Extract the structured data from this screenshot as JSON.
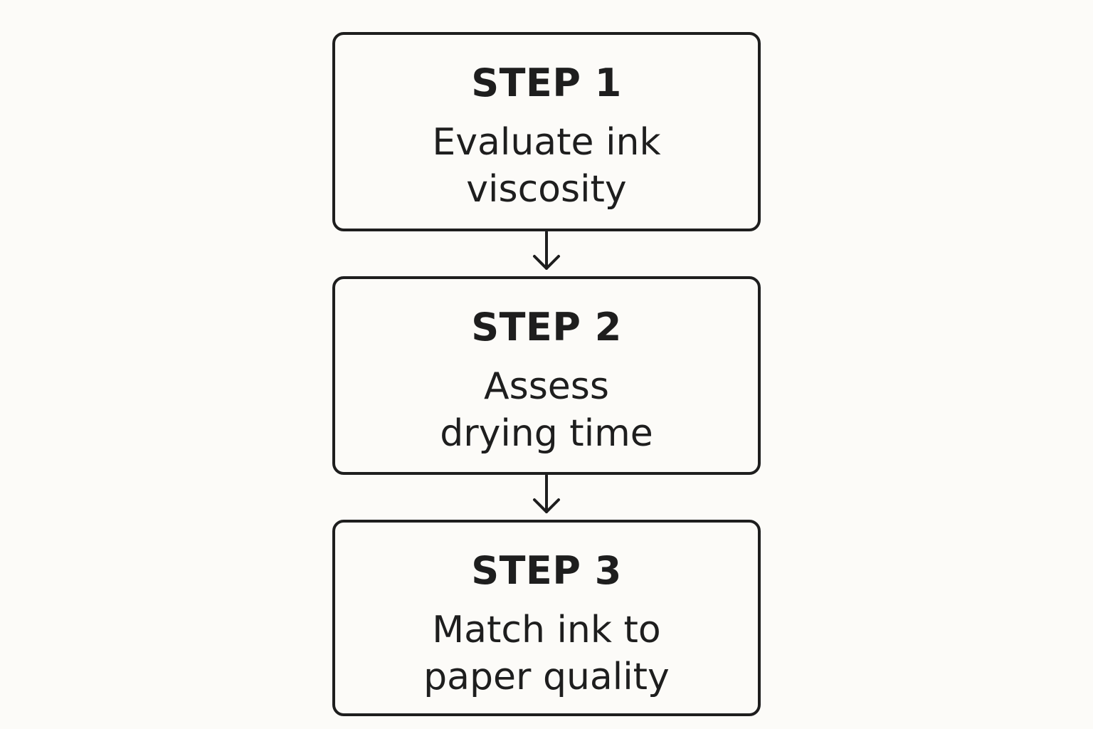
{
  "steps": [
    {
      "title": "STEP 1",
      "description_lines": [
        "Evaluate ink",
        "viscosity"
      ]
    },
    {
      "title": "STEP 2",
      "description_lines": [
        "Assess",
        "drying time"
      ]
    },
    {
      "title": "STEP 3",
      "description_lines": [
        "Match ink to",
        "paper quality"
      ]
    }
  ],
  "colors": {
    "background": "#fcfbf8",
    "stroke": "#1e1e1e",
    "text": "#1e1e1e"
  }
}
